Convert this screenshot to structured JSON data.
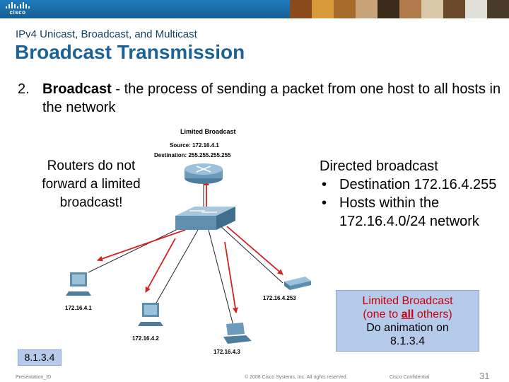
{
  "banner": {
    "logo_text": "cisco",
    "brand_color": "#1a6fa8",
    "photo_colors": [
      "#8a4a1c",
      "#d89a3a",
      "#a66a2a",
      "#c8a37a",
      "#3a2a1a",
      "#b07a4a",
      "#d8c8a8",
      "#6a4a2a",
      "#e0e0d8",
      "#4a3a2a"
    ]
  },
  "header": {
    "subtitle": "IPv4 Unicast, Broadcast, and Multicast",
    "title": "Broadcast Transmission"
  },
  "point": {
    "number": "2.",
    "bold": "Broadcast",
    "rest": " - the process of sending a packet from one host to all hosts in the network"
  },
  "diagram": {
    "caption_title": "Limited Broadcast",
    "caption_source": "Source: 172.16.4.1",
    "caption_destination": "Destination: 255.255.255.255",
    "host_labels": [
      "172.16.4.1",
      "172.16.4.2",
      "172.16.4.3",
      "172.16.4.253"
    ],
    "icons": [
      "router-icon",
      "switch-icon",
      "computer-icon",
      "computer-icon",
      "laptop-icon",
      "printer-icon"
    ]
  },
  "left_note": "Routers do not forward a limited broadcast!",
  "right_notes": {
    "heading": "Directed broadcast",
    "bullet": "•",
    "items": [
      "Destination 172.16.4.255",
      "Hosts within the 172.16.4.0/24 network"
    ]
  },
  "callout": {
    "line1": "Limited Broadcast",
    "line2_pre": "(one to ",
    "line2_em": "all",
    "line2_post": " others)",
    "line3": "Do animation on",
    "line4": "8.1.3.4"
  },
  "tag": "8.1.3.4",
  "footer": {
    "left": "Presentation_ID",
    "center": "© 2008 Cisco Systems, Inc. All rights reserved.",
    "right": "Cisco Confidential",
    "page": "31"
  }
}
